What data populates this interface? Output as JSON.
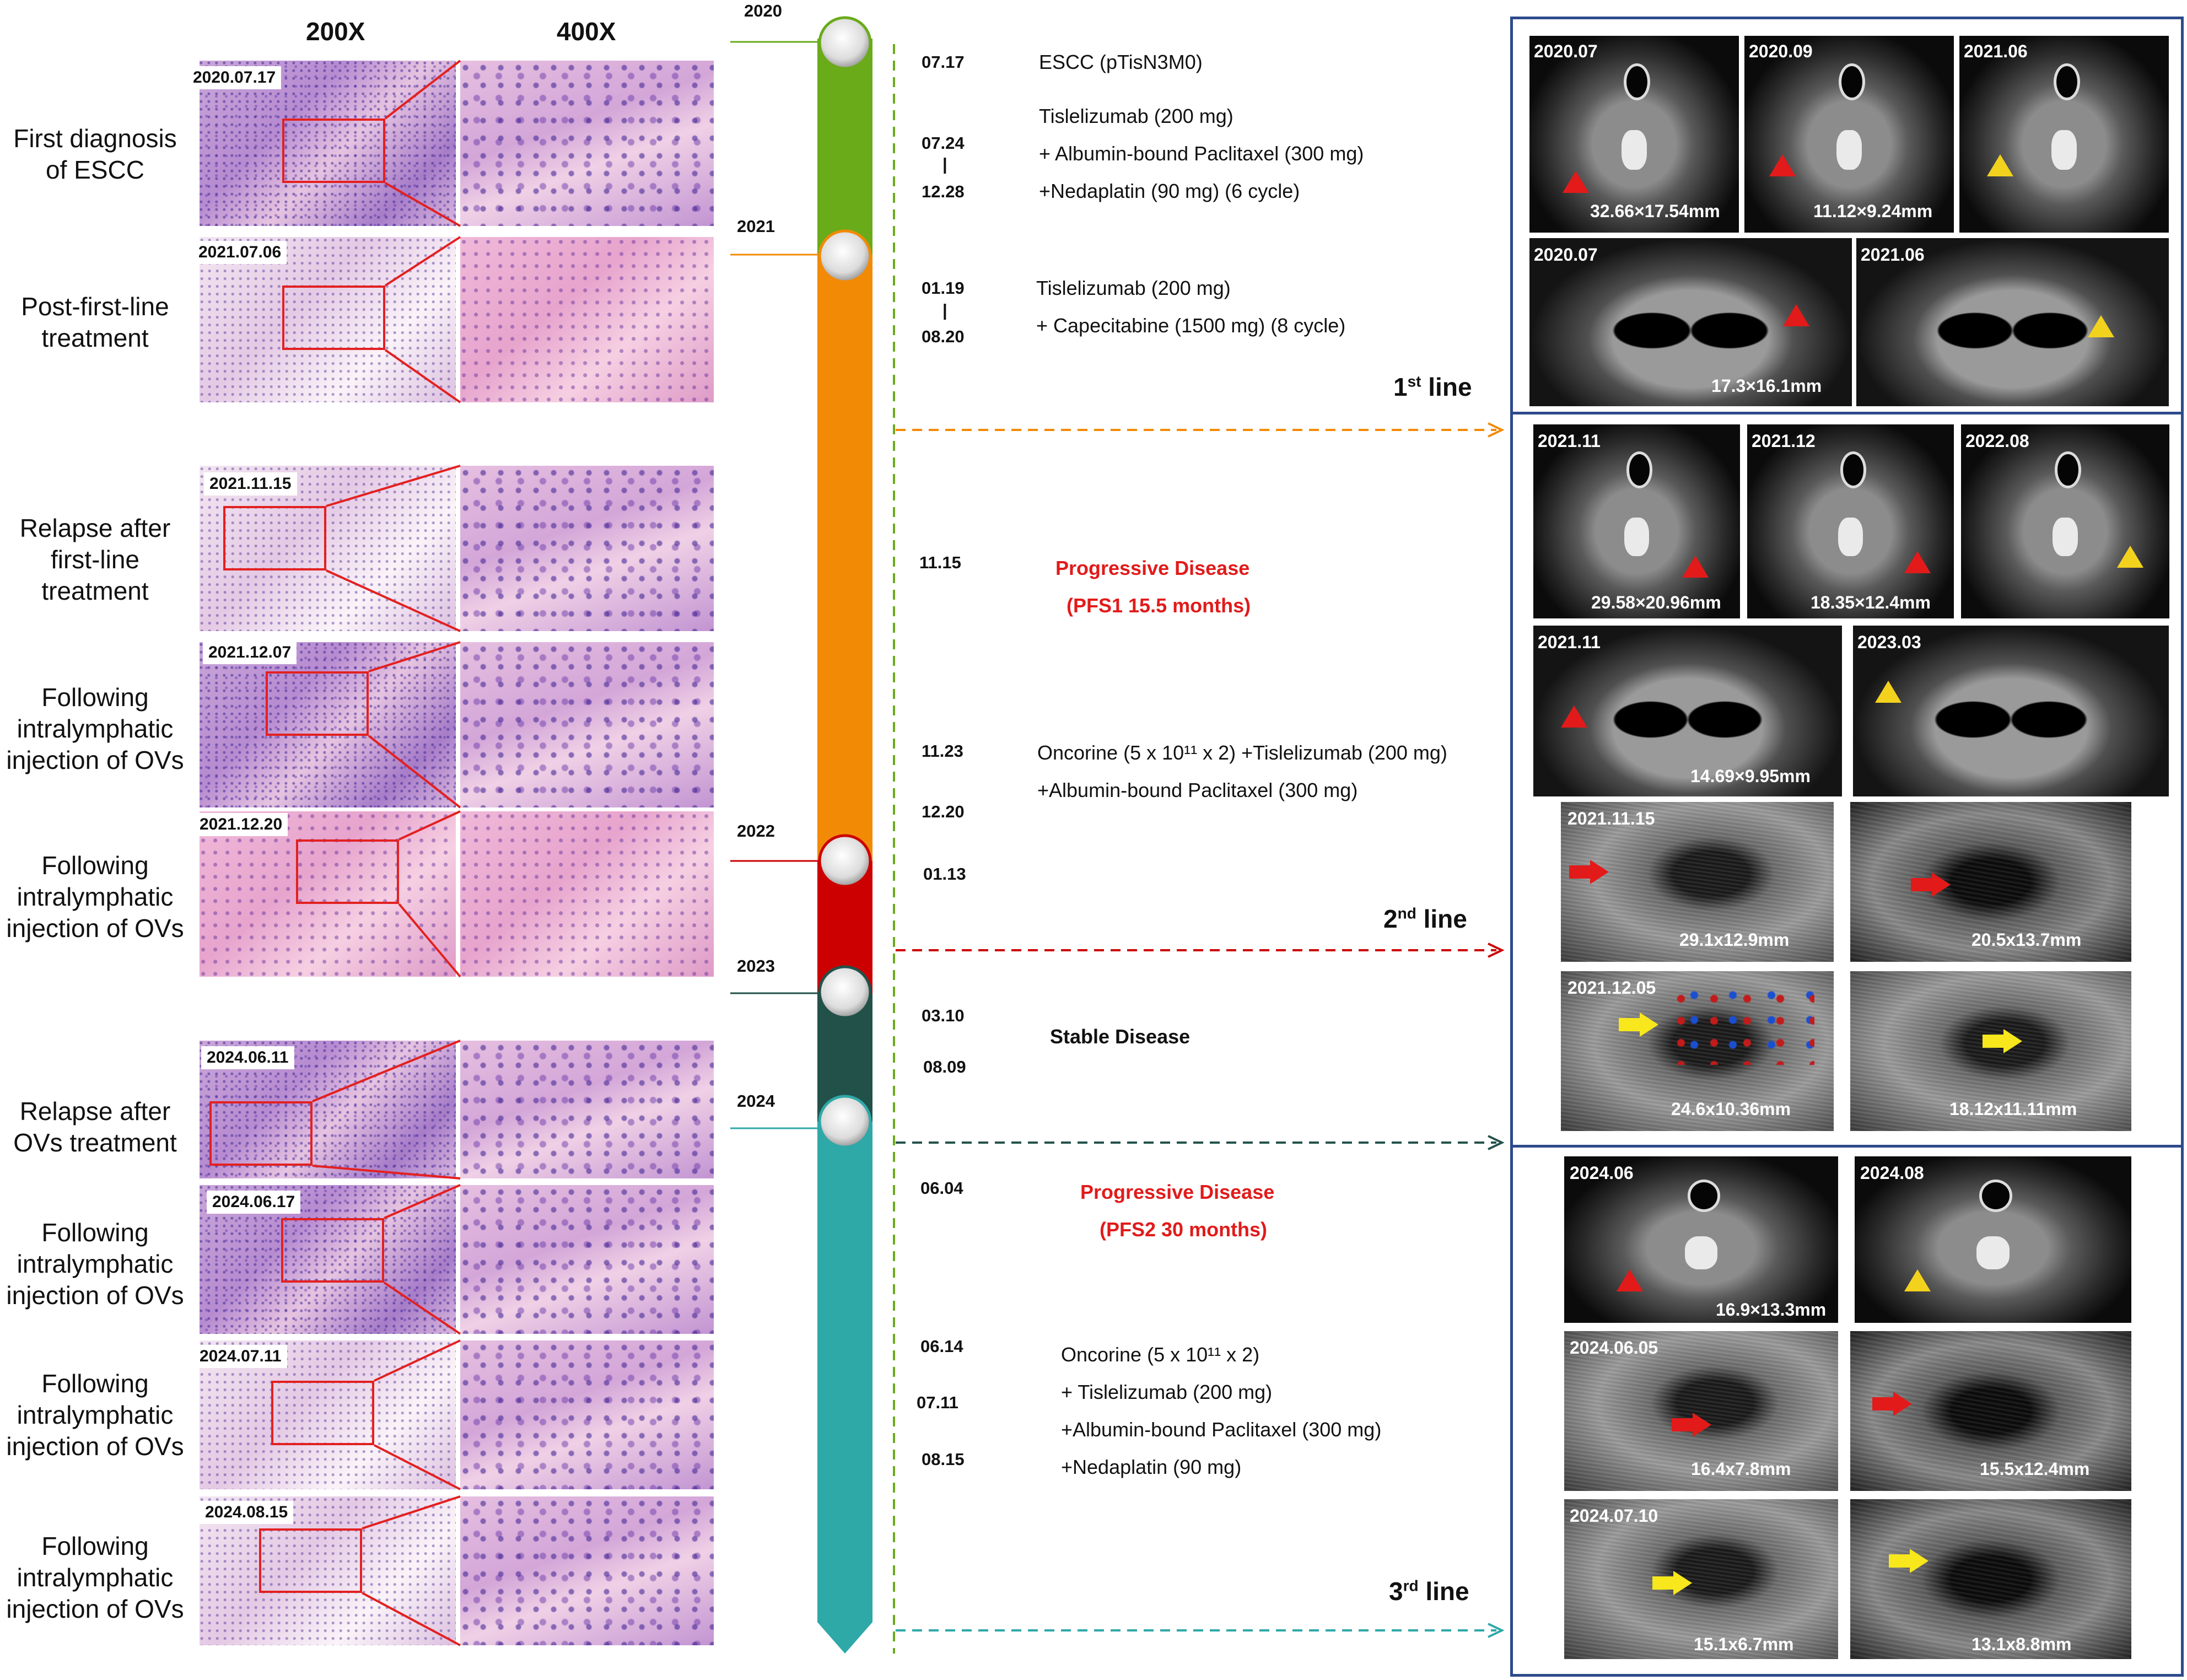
{
  "columns": {
    "mag1": "200X",
    "mag2": "400X"
  },
  "histology": [
    {
      "date": "2020.07.17",
      "stage": "First diagnosis of ESCC"
    },
    {
      "date": "2021.07.06",
      "stage": "Post-first-line treatment"
    },
    {
      "date": "2021.11.15",
      "stage": "Relapse after first-line treatment"
    },
    {
      "date": "2021.12.07",
      "stage": "Following intralymphatic injection of OVs"
    },
    {
      "date": "2021.12.20",
      "stage": "Following intralymphatic injection of OVs"
    },
    {
      "date": "2024.06.11",
      "stage": "Relapse after OVs treatment"
    },
    {
      "date": "2024.06.17",
      "stage": "Following intralymphatic injection of OVs"
    },
    {
      "date": "2024.07.11",
      "stage": "Following intralymphatic injection of OVs"
    },
    {
      "date": "2024.08.15",
      "stage": "Following intralymphatic injection of OVs"
    }
  ],
  "years": [
    "2020",
    "2021",
    "2022",
    "2023",
    "2024"
  ],
  "timeline_colors": {
    "2020": "#6aab1a",
    "2021": "#f28a06",
    "2022": "#cc0000",
    "2023": "#22514a",
    "2024": "#2fa8a8"
  },
  "timeline": {
    "e1": {
      "date": "07.17",
      "text": "ESCC (pTisN3M0)"
    },
    "e2": {
      "date_start": "07.24",
      "sep": "|",
      "date_end": "12.28",
      "lines": [
        "Tislelizumab (200 mg)",
        "+ Albumin-bound Paclitaxel (300 mg)",
        "+Nedaplatin (90 mg)  (6 cycle)"
      ]
    },
    "e3": {
      "date_start": "01.19",
      "sep": "|",
      "date_end": "08.20",
      "lines": [
        "Tislelizumab (200 mg)",
        "+ Capecitabine (1500 mg)  (8 cycle)"
      ]
    },
    "e4": {
      "date": "11.15",
      "status": "Progressive Disease",
      "detail": "(PFS1 15.5 months)"
    },
    "e5": {
      "dates": [
        "11.23",
        "12.20",
        "01.13"
      ],
      "lines": [
        "Oncorine (5 x 10¹¹  x  2) +Tislelizumab (200 mg)",
        "+Albumin-bound Paclitaxel (300 mg)"
      ]
    },
    "e6": {
      "dates": [
        "03.10",
        "08.09"
      ],
      "status": "Stable Disease"
    },
    "e7": {
      "date": "06.04",
      "status": "Progressive Disease",
      "detail": "(PFS2 30 months)"
    },
    "e8": {
      "dates": [
        "06.14",
        "07.11",
        "08.15"
      ],
      "lines": [
        "Oncorine (5  x  10¹¹  x  2)",
        "+ Tislelizumab (200 mg)",
        "+Albumin-bound Paclitaxel (300 mg)",
        "+Nedaplatin (90 mg)"
      ]
    }
  },
  "treatment_lines": [
    {
      "num": "1",
      "sup": "st",
      "word": "line"
    },
    {
      "num": "2",
      "sup": "nd",
      "word": "line"
    },
    {
      "num": "3",
      "sup": "rd",
      "word": "line"
    }
  ],
  "panel1": {
    "neck": [
      {
        "label": "2020.07",
        "meas": "32.66×17.54mm",
        "marker": "red"
      },
      {
        "label": "2020.09",
        "meas": "11.12×9.24mm",
        "marker": "red"
      },
      {
        "label": "2021.06",
        "meas": "",
        "marker": "yellow"
      }
    ],
    "chest": [
      {
        "label": "2020.07",
        "meas": "17.3×16.1mm",
        "marker": "red"
      },
      {
        "label": "2021.06",
        "meas": "",
        "marker": "yellow"
      }
    ]
  },
  "panel2": {
    "neck": [
      {
        "label": "2021.11",
        "meas": "29.58×20.96mm",
        "marker": "red"
      },
      {
        "label": "2021.12",
        "meas": "18.35×12.4mm",
        "marker": "red"
      },
      {
        "label": "2022.08",
        "meas": "",
        "marker": "yellow"
      }
    ],
    "chest": [
      {
        "label": "2021.11",
        "meas": "14.69×9.95mm",
        "marker": "red"
      },
      {
        "label": "2023.03",
        "meas": "",
        "marker": "yellow"
      }
    ],
    "us": [
      {
        "label": "2021.11.15",
        "meas": "29.1x12.9mm",
        "marker": "red"
      },
      {
        "label": "",
        "meas": "20.5x13.7mm",
        "marker": "red"
      },
      {
        "label": "2021.12.05",
        "meas": "24.6x10.36mm",
        "marker": "yellow"
      },
      {
        "label": "",
        "meas": "18.12x11.11mm",
        "marker": "yellow"
      }
    ]
  },
  "panel3": {
    "neck": [
      {
        "label": "2024.06",
        "meas": "16.9×13.3mm",
        "marker": "red"
      },
      {
        "label": "2024.08",
        "meas": "",
        "marker": "yellow"
      }
    ],
    "us": [
      {
        "label": "2024.06.05",
        "meas": "16.4x7.8mm",
        "marker": "red"
      },
      {
        "label": "",
        "meas": "15.5x12.4mm",
        "marker": "red"
      },
      {
        "label": "2024.07.10",
        "meas": "15.1x6.7mm",
        "marker": "yellow"
      },
      {
        "label": "",
        "meas": "13.1x8.8mm",
        "marker": "yellow"
      }
    ]
  }
}
